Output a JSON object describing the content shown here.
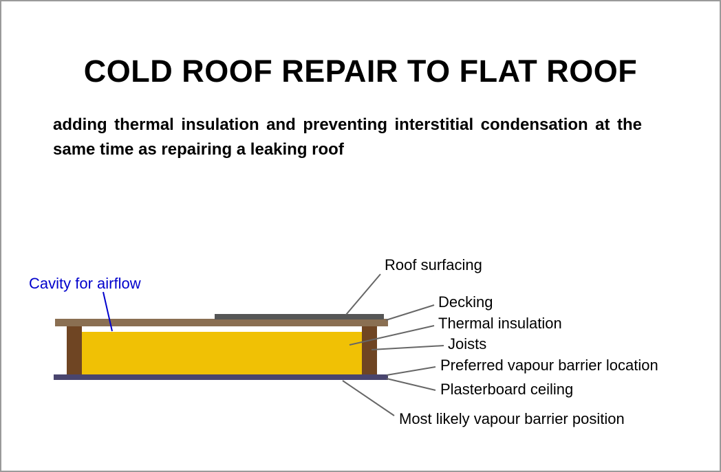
{
  "page": {
    "title": "COLD ROOF REPAIR TO FLAT ROOF",
    "subtitle": "adding thermal insulation and preventing interstitial condensation at the same time as repairing a leaking roof"
  },
  "diagram": {
    "kind": "flat-roof cross-section",
    "labels": {
      "cavity_for_airflow": "Cavity for airflow",
      "roof_surfacing": "Roof surfacing",
      "decking": "Decking",
      "thermal_insulation": "Thermal insulation",
      "joists": "Joists",
      "preferred_vapour_barrier_location": "Preferred vapour barrier location",
      "plasterboard_ceiling": "Plasterboard ceiling",
      "most_likely_vapour_barrier_position": "Most likely vapour barrier position"
    },
    "colors": {
      "title_text": "#000000",
      "label_text": "#000000",
      "cavity_label_text": "#0000cc",
      "leader_line": "#666666",
      "cavity_leader_line": "#0000cc",
      "decking_bar": "#8a6f52",
      "roof_surfacing_bar": "#565656",
      "joist": "#6f4523",
      "insulation": "#f0c105",
      "plasterboard": "#49456e",
      "page_border": "#9a9a9a",
      "background": "#ffffff"
    }
  }
}
